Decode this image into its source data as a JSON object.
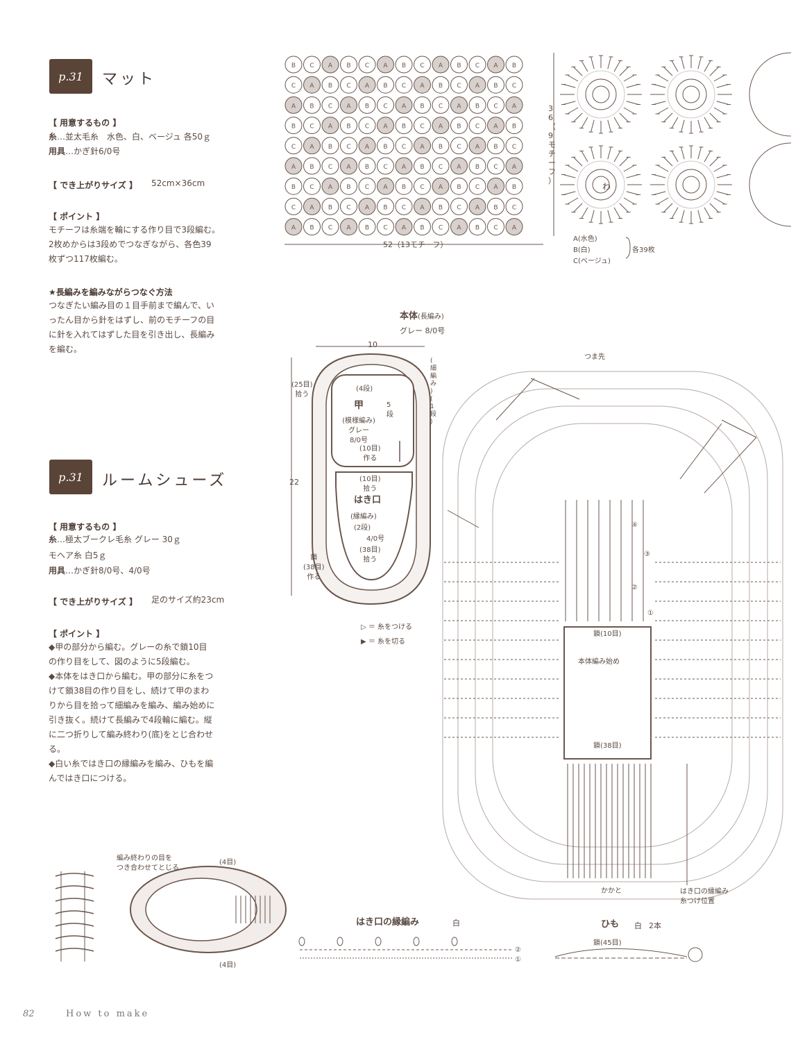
{
  "mat": {
    "badge": "p.31",
    "title": "マット",
    "materials_heading": "【 用意するもの 】",
    "yarn_label": "糸",
    "yarn": "…並太毛糸　水色、白、ベージュ 各50ｇ",
    "tool_label": "用具",
    "tool": "…かぎ針6/0号",
    "size_heading": "【 でき上がりサイズ 】",
    "size": "52cm×36cm",
    "point_heading": "【 ポイント 】",
    "point": "モチーフは糸端を輪にする作り目で3段編む。\n2枚めからは3段めでつなぎながら、各色39\n枚ずつ117枚編む。",
    "join_heading": "★長編みを編みながらつなぐ方法",
    "join": "つなぎたい編み目の１目手前まで編んで、い\nったん目から針をはずし、前のモチーフの目\nに針を入れてはずした目を引き出し、長編み\nを編む。"
  },
  "grid": {
    "rows": [
      "BCABCABCABCAB",
      "CABCABCABCABC",
      "ABCABCABCABCA",
      "BCABCABCABCAB",
      "CABCABCABCABC",
      "ABCABCABCABCA",
      "BCABCABCABCAB",
      "CABCABCABCABC",
      "ABCABCABCABCA"
    ],
    "height_label": "36（9モチーフ）",
    "width_label": "52（13モチーフ）",
    "legend": [
      "A(水色)",
      "B(白)",
      "C(ベージュ)"
    ],
    "legend_count": "各39枚",
    "center_label": "わ"
  },
  "shoes": {
    "badge": "p.31",
    "title": "ルームシューズ",
    "materials_heading": "【 用意するもの 】",
    "yarn_label": "糸",
    "yarn": "…極太ブークレ毛糸 グレー 30ｇ",
    "yarn2": "モヘア糸 白5ｇ",
    "tool_label": "用具",
    "tool": "…かぎ針8/0号、4/0号",
    "size_heading": "【 でき上がりサイズ 】",
    "size": "足のサイズ約23cm",
    "point_heading": "【 ポイント 】",
    "point": "◆甲の部分から編む。グレーの糸で鎖10目\nの作り目をして、図のように5段編む。\n◆本体をはき口から編む。甲の部分に糸をつ\nけて鎖38目の作り目をし、続けて甲のまわ\nりから目を拾って細編みを編み、編み始めに\n引き抜く。続けて長編みで4段輪に編む。縦\nに二つ折りして編み終わり(底)をとじ合わせ\nる。\n◆白い糸ではき口の縁編みを編み、ひもを編\nんではき口につける。"
  },
  "schematic": {
    "title": "本体",
    "title_sub": "(長編み)",
    "title_yarn": "グレー 8/0号",
    "width": "10",
    "height": "22",
    "pick25": "(25目)\n拾う",
    "rows4": "(4段)",
    "kou": "甲",
    "kou_sub": "(模様編み)\nグレー\n8/0号",
    "rows5": "5\n段",
    "make10": "(10目)\n作る",
    "pick10": "(10目)\n拾う",
    "hakiguchi": "はき口",
    "edge": "(縁編み)",
    "rows2": "(2段)",
    "hook4": "4/0号",
    "pick38": "(38目)\n拾う",
    "chain38": "鎖\n(38目)\n作る",
    "sc1": "(細編み)(1段)"
  },
  "keys": {
    "attach": "▷ ＝ 糸をつける",
    "cut": "▶ ＝ 糸を切る"
  },
  "chart": {
    "toe": "つま先",
    "heel": "かかと",
    "chain10": "鎖(10目)",
    "start": "本体編み始め",
    "chain38": "鎖(38目)",
    "edge_note": "はき口の縁編み\n糸つけ位置",
    "rows": [
      "①",
      "②",
      "③",
      "④"
    ]
  },
  "edging": {
    "title": "はき口の縁編み",
    "color": "白",
    "r1": "②",
    "r2": "①"
  },
  "cord": {
    "title": "ひも",
    "color": "白",
    "count": "2本",
    "chain": "鎖(45目)"
  },
  "finish": {
    "note": "編み終わりの目を\nつき合わせてとじる",
    "top4": "(4目)",
    "bot4": "(4目)"
  },
  "footer": {
    "page": "82",
    "text": "How to make"
  }
}
